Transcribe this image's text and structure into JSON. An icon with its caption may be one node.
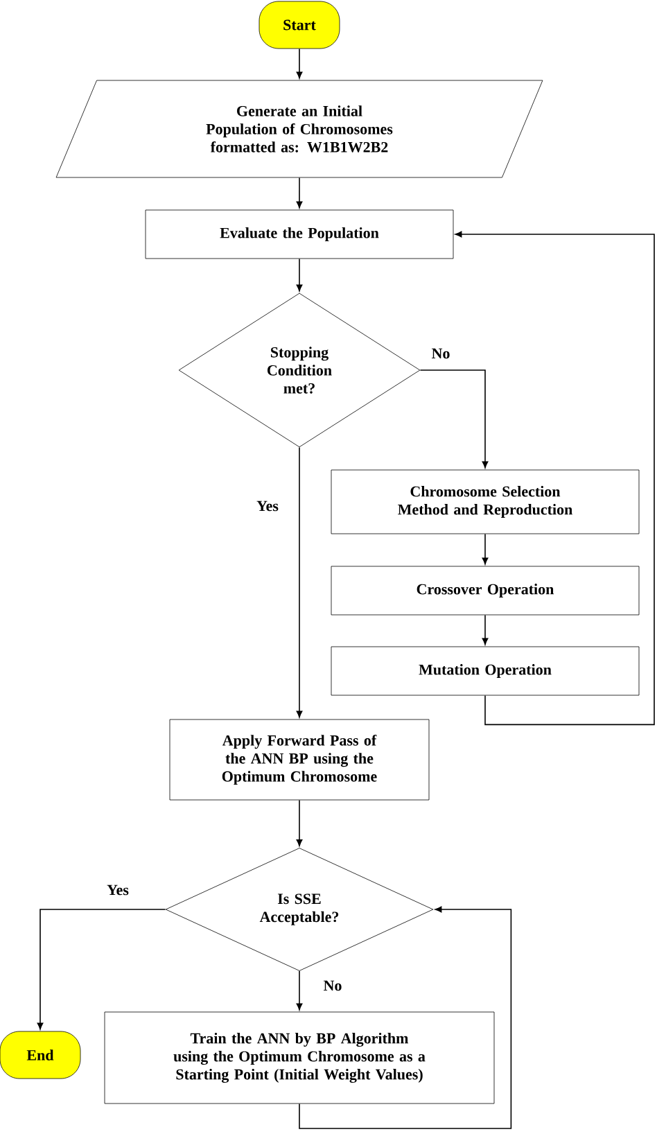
{
  "diagram": {
    "nodes": [
      {
        "text": [
          "Start"
        ]
      },
      {
        "text": [
          "Generate an Initial Population of Chromosomes formatted as: W1B1W2B2"
        ]
      },
      {
        "text": [
          "Evaluate the Population"
        ]
      },
      {
        "text": [
          "Stopping Condition met?"
        ]
      },
      {
        "text": [
          "Chromosome Selection Method and Reproduction"
        ]
      },
      {
        "text": [
          "Crossover Operation"
        ]
      },
      {
        "text": [
          "Mutation Operation"
        ]
      },
      {
        "text": [
          "Apply Forward Pass of the ANN BP using the Optimum Chromosome"
        ]
      },
      {
        "text": [
          "Is SSE Acceptable?"
        ]
      },
      {
        "text": [
          "Train the ANN by BP Algorithm using the Optimum Chromosome as a Starting Point (Initial Weight Values)"
        ]
      },
      {
        "text": [
          "End"
        ]
      }
    ],
    "edges": [
      {
        "from": 0,
        "to": 1,
        "arrow": "to"
      },
      {
        "from": 1,
        "to": 2,
        "arrow": "to"
      },
      {
        "from": 2,
        "to": 3,
        "arrow": "to"
      },
      {
        "from": 3,
        "to": 4,
        "arrow": "to",
        "label": "No"
      },
      {
        "from": 3,
        "to": 7,
        "arrow": "to",
        "label": "Yes"
      },
      {
        "from": 4,
        "to": 5,
        "arrow": "to"
      },
      {
        "from": 5,
        "to": 6,
        "arrow": "to"
      },
      {
        "from": 6,
        "to": 2,
        "arrow": "to"
      },
      {
        "from": 7,
        "to": 8,
        "arrow": "to"
      },
      {
        "from": 8,
        "to": 10,
        "arrow": "to",
        "label": "Yes"
      },
      {
        "from": 8,
        "to": 9,
        "arrow": "to",
        "label": "No"
      },
      {
        "from": 9,
        "to": 8,
        "arrow": "to"
      }
    ]
  }
}
